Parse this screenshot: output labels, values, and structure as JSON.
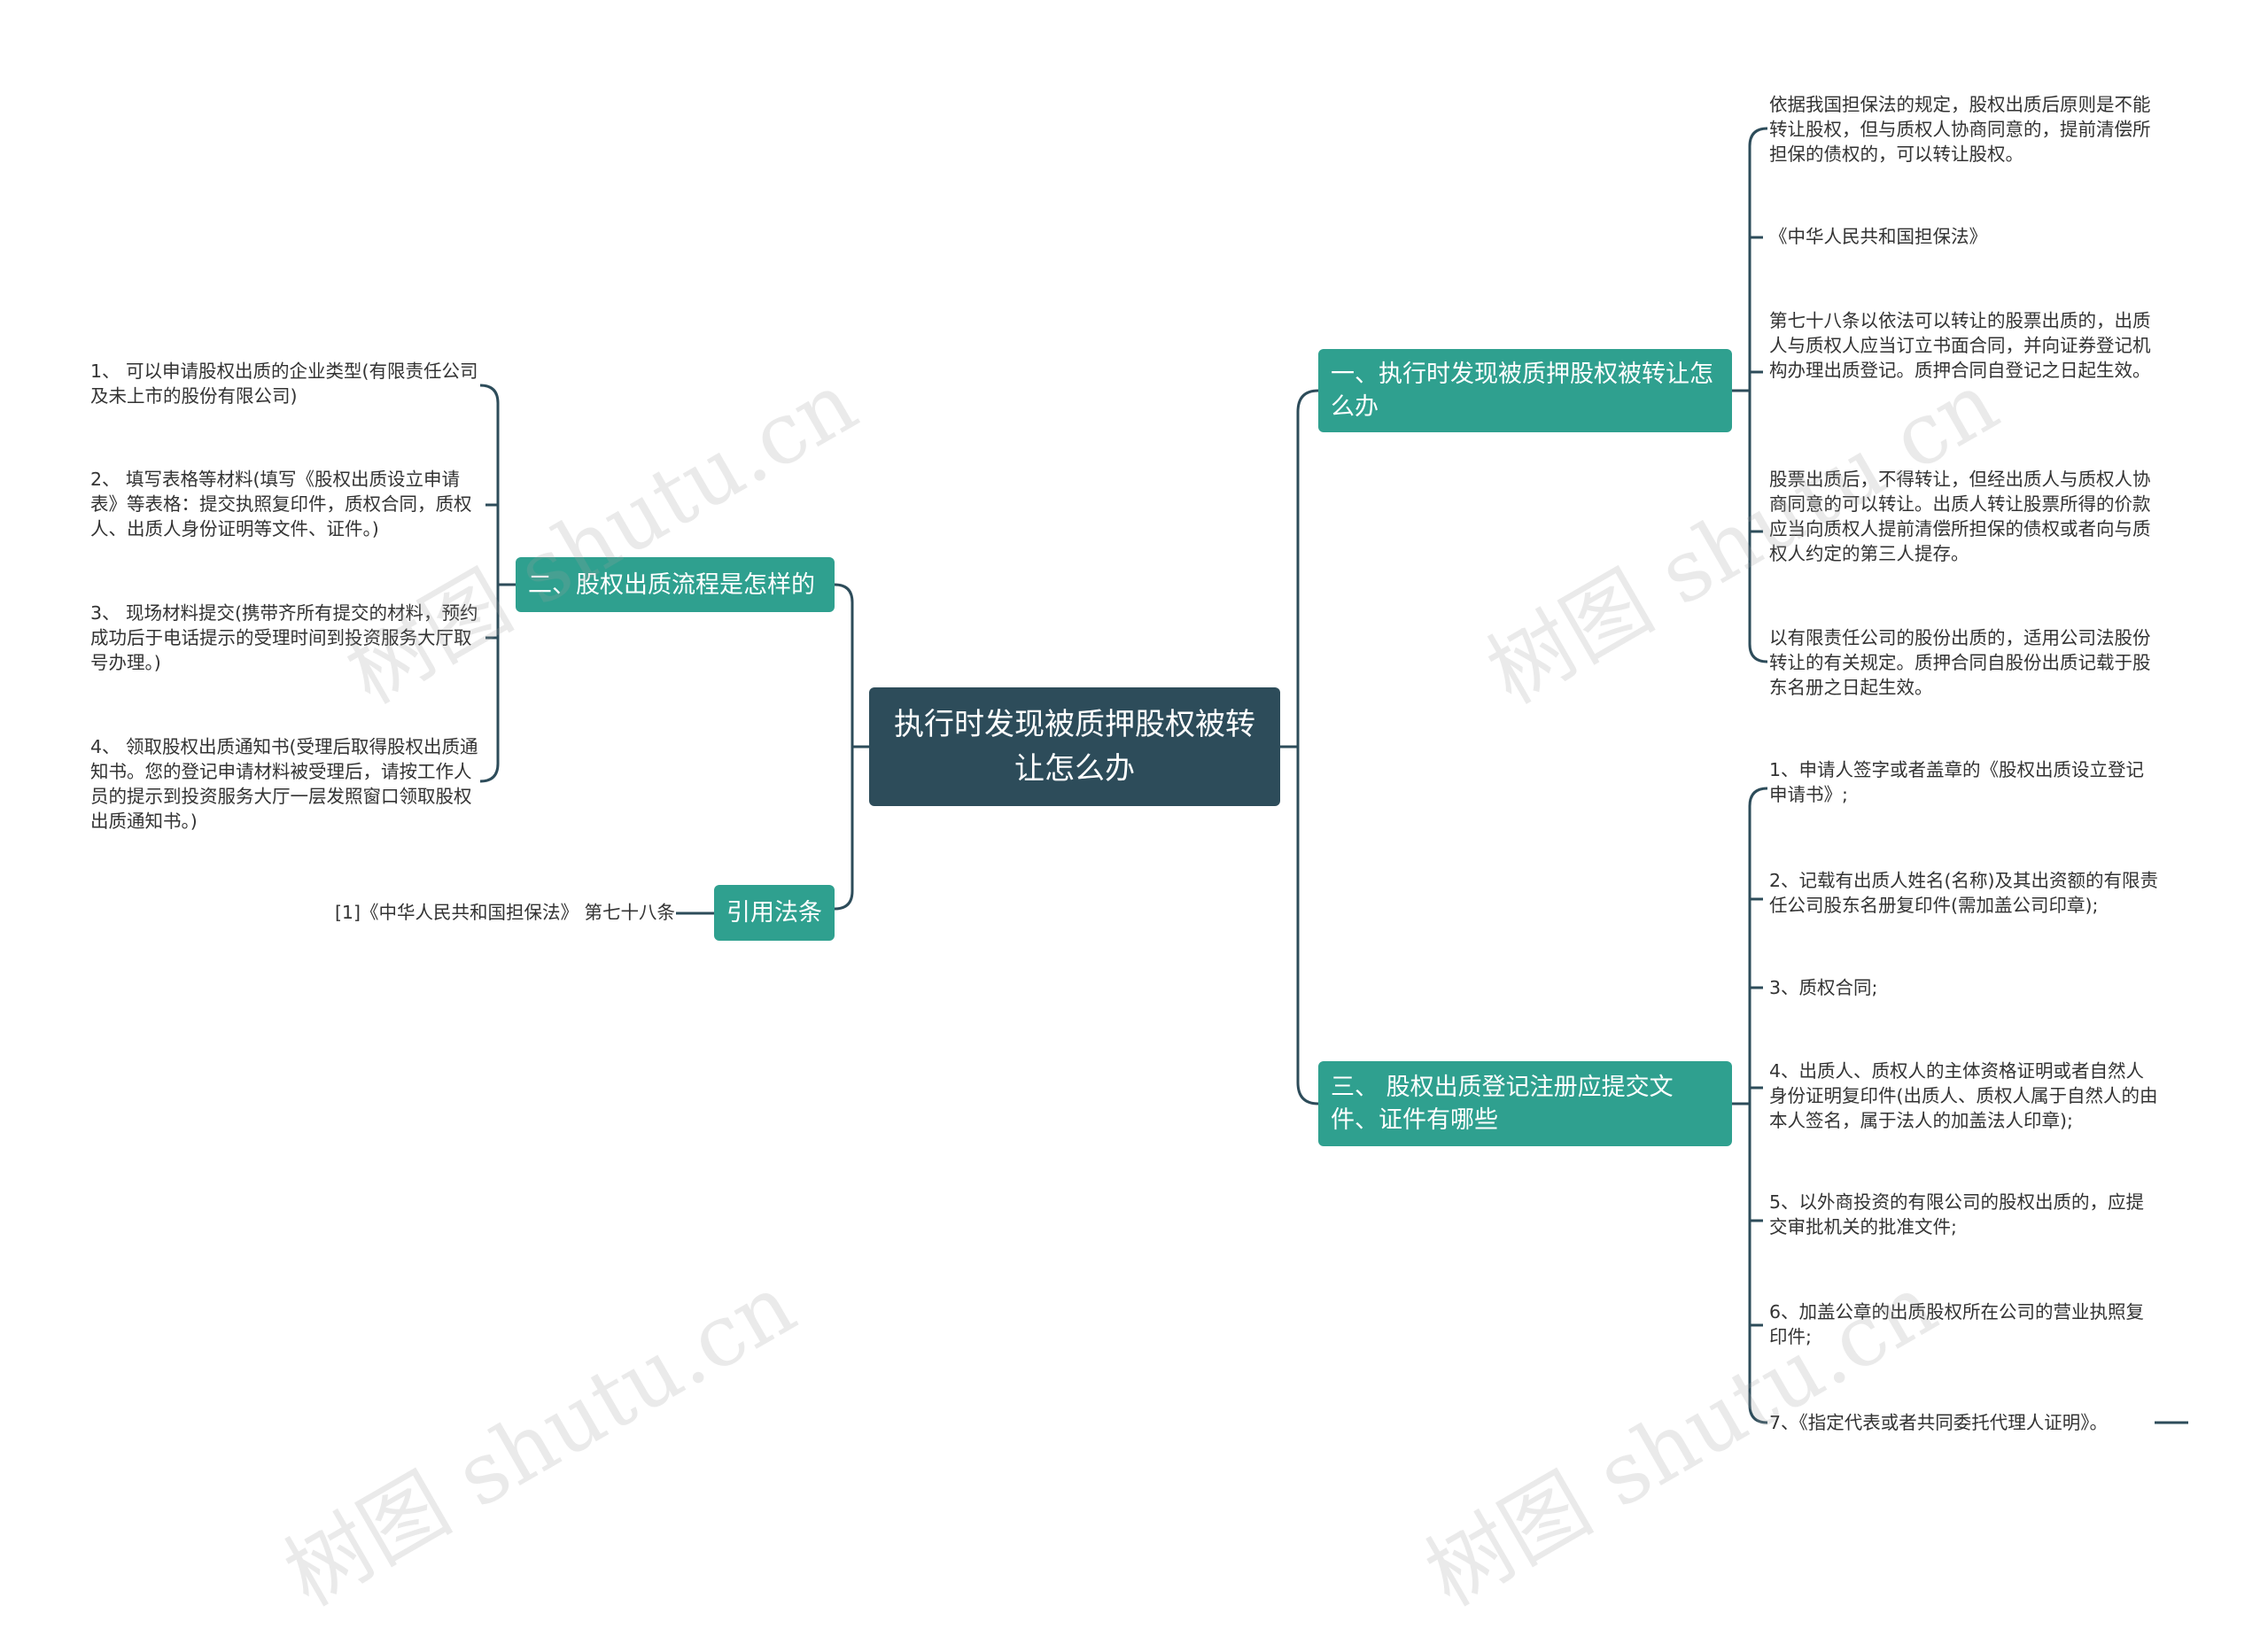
{
  "root": {
    "label": "执行时发现被质押股权被转让怎么办"
  },
  "branches": {
    "b1": {
      "label": "一、执行时发现被质押股权被转让怎么办",
      "leaves": [
        "依据我国担保法的规定，股权出质后原则是不能转让股权，但与质权人协商同意的，提前清偿所担保的债权的，可以转让股权。",
        "《中华人民共和国担保法》",
        "第七十八条以依法可以转让的股票出质的，出质人与质权人应当订立书面合同，并向证券登记机构办理出质登记。质押合同自登记之日起生效。",
        "股票出质后，不得转让，但经出质人与质权人协商同意的可以转让。出质人转让股票所得的价款应当向质权人提前清偿所担保的债权或者向与质权人约定的第三人提存。",
        "以有限责任公司的股份出质的，适用公司法股份转让的有关规定。质押合同自股份出质记载于股东名册之日起生效。"
      ]
    },
    "b2": {
      "label": "二、股权出质流程是怎样的",
      "leaves": [
        "1、 可以申请股权出质的企业类型(有限责任公司及未上市的股份有限公司)",
        "2、 填写表格等材料(填写《股权出质设立申请表》等表格：提交执照复印件，质权合同，质权人、出质人身份证明等文件、证件。)",
        "3、 现场材料提交(携带齐所有提交的材料，预约成功后于电话提示的受理时间到投资服务大厅取号办理。)",
        "4、 领取股权出质通知书(受理后取得股权出质通知书。您的登记申请材料被受理后，请按工作人员的提示到投资服务大厅一层发照窗口领取股权出质通知书。)"
      ]
    },
    "b3": {
      "label": "三、 股权出质登记注册应提交文件、证件有哪些",
      "leaves": [
        "1、申请人签字或者盖章的《股权出质设立登记申请书》;",
        "2、记载有出质人姓名(名称)及其出资额的有限责任公司股东名册复印件(需加盖公司印章);",
        "3、质权合同;",
        "4、出质人、质权人的主体资格证明或者自然人身份证明复印件(出质人、质权人属于自然人的由本人签名，属于法人的加盖法人印章);",
        "5、以外商投资的有限公司的股权出质的，应提交审批机关的批准文件;",
        "6、加盖公章的出质股权所在公司的营业执照复印件;",
        "7、《指定代表或者共同委托代理人证明》。"
      ]
    },
    "b4": {
      "label": "引用法条",
      "leaves": [
        "[1]《中华人民共和国担保法》 第七十八条"
      ]
    }
  },
  "watermark": "树图 shutu.cn",
  "colors": {
    "root": "#2d4c5a",
    "branch": "#2fa08f",
    "line": "#2d4c5a",
    "text": "#333333"
  }
}
